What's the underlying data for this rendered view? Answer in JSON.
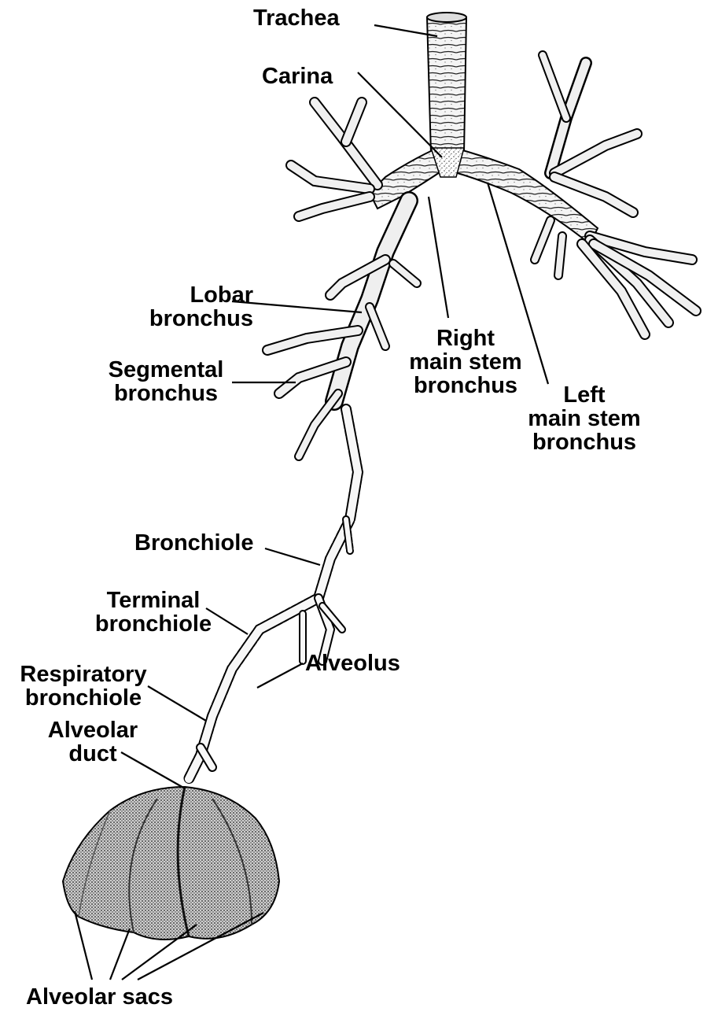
{
  "labels": {
    "trachea": "Trachea",
    "carina": "Carina",
    "lobar_bronchus": [
      "Lobar",
      "bronchus"
    ],
    "segmental_bronchus": [
      "Segmental",
      "bronchus"
    ],
    "right_main_stem_bronchus": [
      "Right",
      "main stem",
      "bronchus"
    ],
    "left_main_stem_bronchus": [
      "Left",
      "main stem",
      "bronchus"
    ],
    "bronchiole": "Bronchiole",
    "terminal_bronchiole": [
      "Terminal",
      "bronchiole"
    ],
    "respiratory_bronchiole": [
      "Respiratory",
      "bronchiole"
    ],
    "alveolar_duct": [
      "Alveolar",
      "duct"
    ],
    "alveolus": "Alveolus",
    "alveolar_sacs": "Alveolar sacs"
  },
  "colors": {
    "ink": "#000000",
    "airway_fill": "#f2f2f2",
    "sac_fill": "#bdbdbd",
    "background": "#ffffff"
  }
}
